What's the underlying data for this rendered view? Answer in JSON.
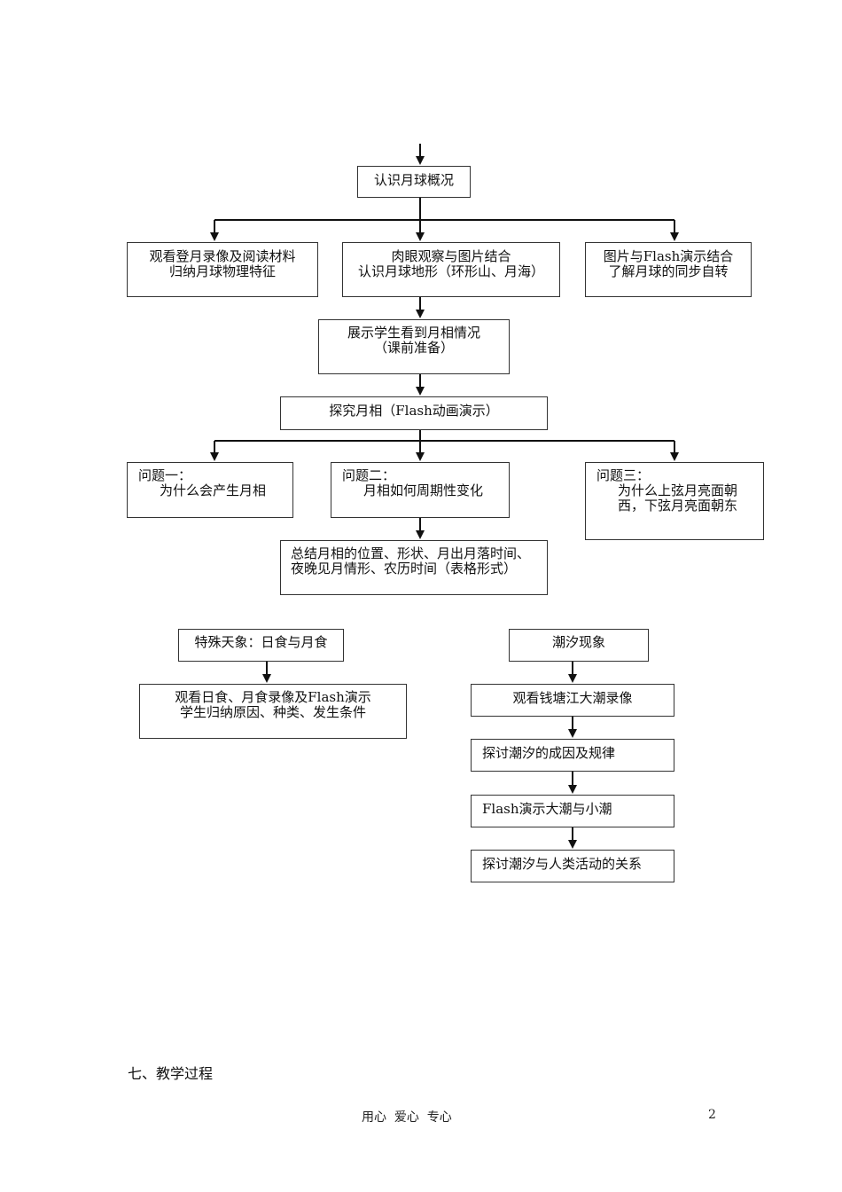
{
  "diagram": {
    "overview": {
      "line1": "认识月球概况"
    },
    "features": {
      "line1": "观看登月录像及阅读材料",
      "line2": "归纳月球物理特征"
    },
    "terrain": {
      "line1": "肉眼观察与图片结合",
      "line2": "认识月球地形（环形山、月海）"
    },
    "rotation": {
      "line1": "图片与Flash演示结合",
      "line2": "了解月球的同步自转"
    },
    "show_phases": {
      "line1": "展示学生看到月相情况",
      "line2": "（课前准备）"
    },
    "explore_phases": {
      "line1": "探究月相（Flash动画演示）"
    },
    "question1": {
      "line1": "问题一：",
      "line2": "为什么会产生月相"
    },
    "question2": {
      "line1": "问题二：",
      "line2": "月相如何周期性变化"
    },
    "question3": {
      "line1": "问题三：",
      "line2": "为什么上弦月亮面朝",
      "line3": "西，下弦月亮面朝东"
    },
    "summary": {
      "line1": "总结月相的位置、形状、月出月落时间、",
      "line2": "夜晚见月情形、农历时间（表格形式）"
    },
    "eclipse_title": {
      "line1": "特殊天象：日食与月食"
    },
    "eclipse_detail": {
      "line1": "观看日食、月食录像及Flash演示",
      "line2": "学生归纳原因、种类、发生条件"
    },
    "tide_title": {
      "line1": "潮汐现象"
    },
    "tide_video": {
      "line1": "观看钱塘江大潮录像"
    },
    "tide_cause": {
      "line1": "探讨潮汐的成因及规律"
    },
    "tide_demo": {
      "line1": "Flash演示大潮与小潮"
    },
    "tide_human": {
      "line1": "探讨潮汐与人类活动的关系"
    }
  },
  "section_heading": "七、教学过程",
  "footer": {
    "motto": "用心  爱心  专心",
    "page_number": "2"
  }
}
